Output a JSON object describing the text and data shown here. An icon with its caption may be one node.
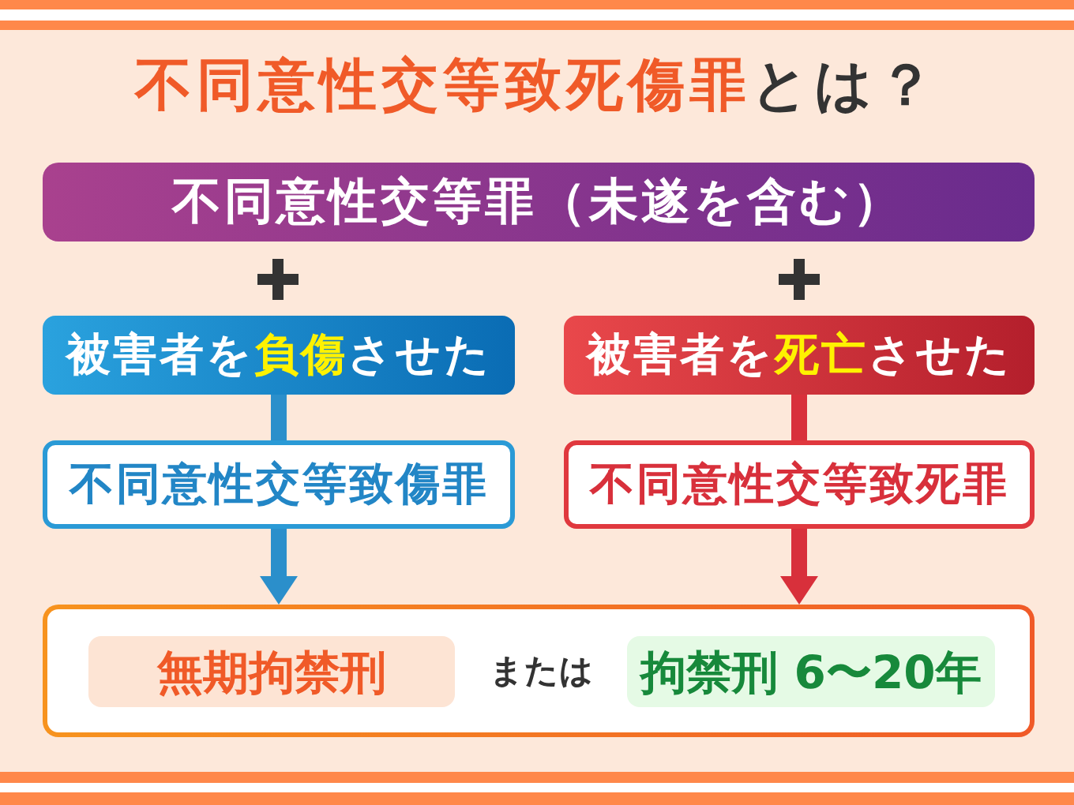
{
  "diagram": {
    "title": "**不同意性交等致死傷罪**とは？",
    "nodes": [
      {
        "text": [
          "不同意性交等罪（未遂を含む）"
        ]
      },
      {
        "text": [
          "被害者を**負傷**させた"
        ]
      },
      {
        "text": [
          "被害者を**死亡**させた"
        ]
      },
      {
        "text": [
          "不同意性交等致傷罪"
        ]
      },
      {
        "text": [
          "不同意性交等致死罪"
        ]
      },
      {
        "text": [
          "または"
        ]
      },
      {
        "text": [
          "無期拘禁刑"
        ],
        "in": 5
      },
      {
        "text": [
          "拘禁刑 6〜20年"
        ],
        "in": 5
      }
    ],
    "edges": [
      {
        "from": 1,
        "to": 3,
        "arrow": "none",
        "color": "#2b8fcb"
      },
      {
        "from": 3,
        "to": 5,
        "arrow": "to",
        "color": "#2b8fcb"
      },
      {
        "from": 2,
        "to": 4,
        "arrow": "none",
        "color": "#d8303b"
      },
      {
        "from": 4,
        "to": 5,
        "arrow": "to",
        "color": "#d8303b"
      }
    ]
  }
}
